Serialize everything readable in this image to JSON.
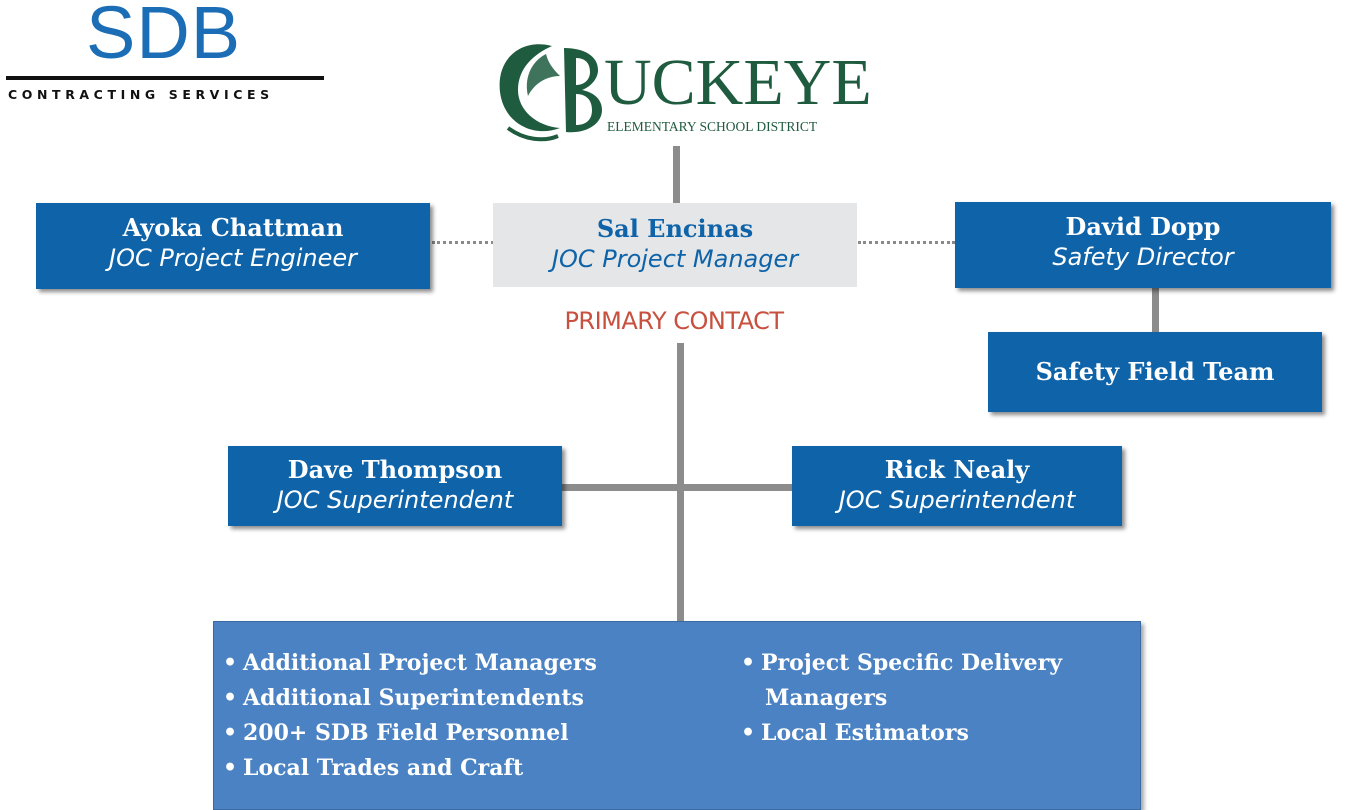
{
  "logos": {
    "sdb": {
      "main": "SDB",
      "tagline": "CONTRACTING SERVICES",
      "color": "#1b6eb5"
    },
    "buckeye": {
      "word": "UCKEYE",
      "district": "ELEMENTARY SCHOOL DISTRICT",
      "color": "#1f5b3f"
    }
  },
  "nodes": {
    "manager": {
      "name": "Sal Encinas",
      "role": "JOC Project Manager"
    },
    "engineer": {
      "name": "Ayoka Chattman",
      "role": "JOC Project Engineer"
    },
    "safety_director": {
      "name": "David Dopp",
      "role": "Safety Director"
    },
    "safety_team": {
      "name": "Safety Field Team"
    },
    "super_left": {
      "name": "Dave Thompson",
      "role": "JOC Superintendent"
    },
    "super_right": {
      "name": "Rick Nealy",
      "role": "JOC Superintendent"
    }
  },
  "primary_contact_label": "PRIMARY CONTACT",
  "resources": {
    "left": [
      "Additional Project Managers",
      "Additional Superintendents",
      "200+ SDB Field Personnel",
      "Local Trades and Craft"
    ],
    "right_line1": "Project Specific Delivery",
    "right_line2": "Managers",
    "right_line3": "Local Estimators"
  },
  "colors": {
    "box_blue": "#0e63a9",
    "box_grey": "#e5e6e7",
    "resource_box": "#4a82c3",
    "primary_contact": "#c8503f",
    "connector": "#8c8c8c"
  }
}
